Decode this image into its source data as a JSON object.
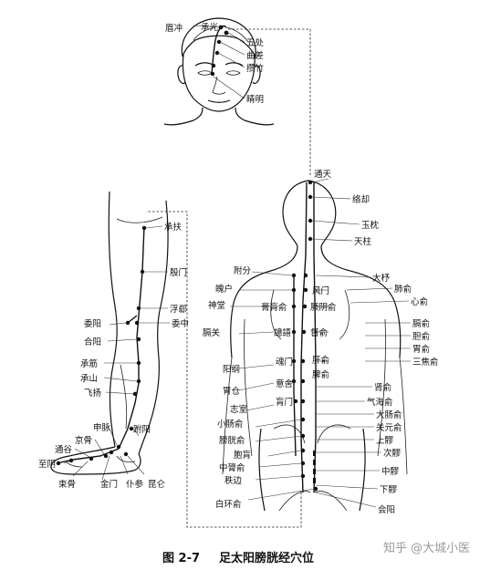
{
  "figure": {
    "caption_number": "图 2-7",
    "caption_title": "足太阳膀胱经穴位",
    "watermark": "知乎 @大城小医"
  },
  "head_points": [
    "眉冲",
    "承光",
    "五处",
    "曲差",
    "攒竹",
    "睛明"
  ],
  "back_points": [
    "通天",
    "络却",
    "玉枕",
    "天柱",
    "附分",
    "大杼",
    "魄户",
    "风门",
    "肺俞",
    "神堂",
    "膏肓俞",
    "厥阴俞",
    "心俞",
    "譩譆",
    "督俞",
    "膈俞",
    "膈关",
    "肝俞",
    "胆俞",
    "胃俞",
    "魂门",
    "三焦俞",
    "阳纲",
    "脾俞",
    "意舍",
    "肾俞",
    "胃仓",
    "气海俞",
    "肓门",
    "大肠俞",
    "志室",
    "关元俞",
    "小肠俞",
    "上髎",
    "膀胱俞",
    "次髎",
    "胞肓",
    "中膂俞",
    "中髎",
    "秩边",
    "下髎",
    "白环俞",
    "会阳"
  ],
  "leg_points": [
    "承扶",
    "殷门",
    "浮郄",
    "委阳",
    "委中",
    "合阳",
    "承筋",
    "承山",
    "飞扬",
    "申脉",
    "跗阳",
    "京骨",
    "通谷",
    "至阴",
    "束骨",
    "金门",
    "仆参",
    "昆仑"
  ]
}
